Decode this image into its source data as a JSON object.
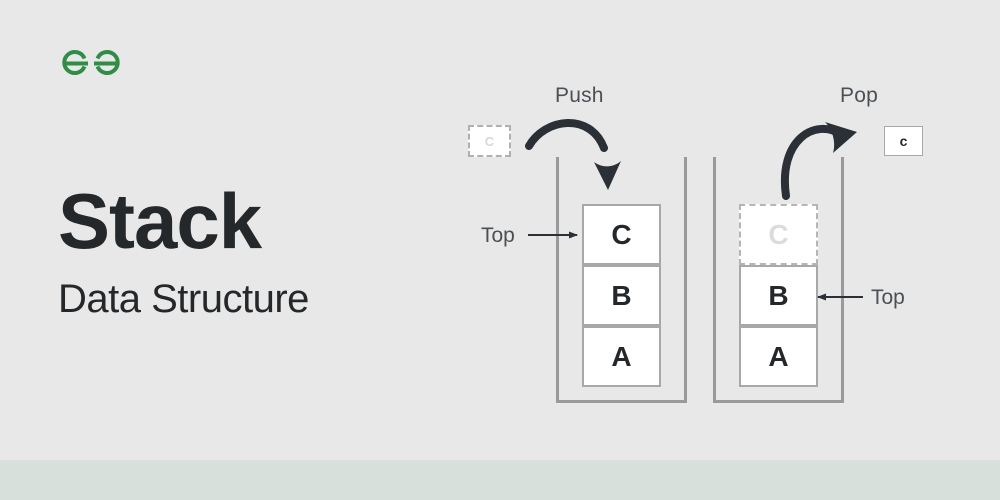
{
  "page": {
    "background_color": "#e8e8e8",
    "bottom_strip_color": "#d7e0db"
  },
  "brand": {
    "logo_name": "geeksforgeeks-logo",
    "logo_color": "#2f8d46"
  },
  "heading": {
    "title": "Stack",
    "subtitle": "Data Structure",
    "text_color": "#25282b"
  },
  "diagram": {
    "operations": [
      {
        "name": "push",
        "label": "Push"
      },
      {
        "name": "pop",
        "label": "Pop"
      }
    ],
    "pointer_labels": {
      "left": "Top",
      "right": "Top"
    },
    "push_source_element": "C",
    "pop_result_element": "c",
    "left_stack": {
      "caption": "Push",
      "cells": [
        {
          "value": "C",
          "state": "filled"
        },
        {
          "value": "B",
          "state": "filled"
        },
        {
          "value": "A",
          "state": "filled"
        }
      ],
      "top_points_to": "C"
    },
    "right_stack": {
      "caption": "Pop",
      "cells": [
        {
          "value": "C",
          "state": "ghost"
        },
        {
          "value": "B",
          "state": "filled"
        },
        {
          "value": "A",
          "state": "filled"
        }
      ],
      "top_points_to": "B"
    },
    "colors": {
      "container_wall": "#9a9a9a",
      "cell_border": "#a8a8a8",
      "cell_fill": "#ffffff",
      "cell_text": "#25282b",
      "ghost_text": "#dcdcdc",
      "arrow": "#2b3036",
      "label_text": "#4b5055"
    }
  }
}
